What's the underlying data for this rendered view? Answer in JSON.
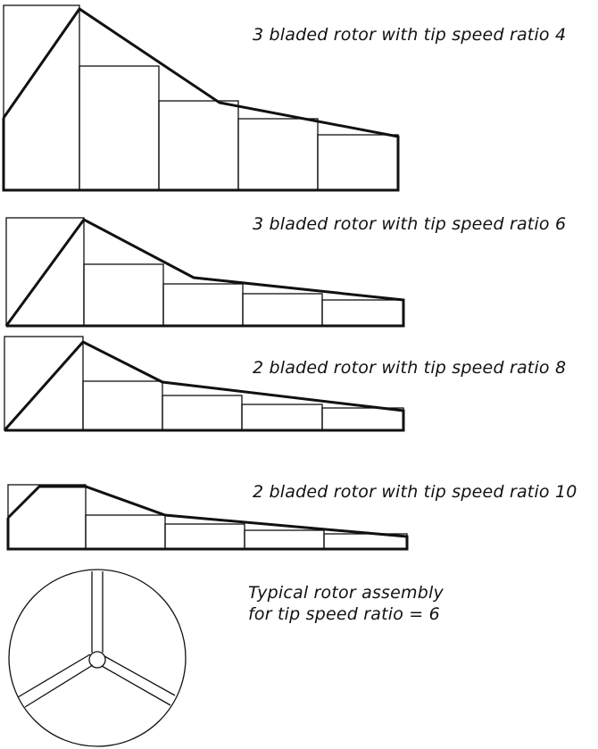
{
  "colors": {
    "ink": "#111111",
    "background": "#ffffff"
  },
  "blades": [
    {
      "caption": "3 bladed rotor with tip speed ratio 4"
    },
    {
      "caption": "3 bladed rotor with tip speed ratio 6"
    },
    {
      "caption": "2 bladed rotor with tip speed ratio 8"
    },
    {
      "caption": "2 bladed rotor with tip speed ratio 10"
    }
  ],
  "assembly": {
    "caption_line1": "Typical rotor assembly",
    "caption_line2": "for tip speed ratio = 6"
  }
}
